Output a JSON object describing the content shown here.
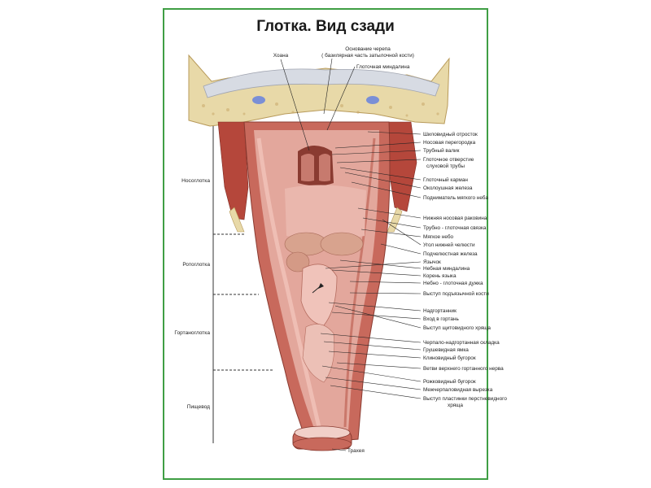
{
  "title": "Глотка. Вид сзади",
  "regions": [
    {
      "label": "Носоглотка"
    },
    {
      "label": "Ротоглотка"
    },
    {
      "label": "Гортаноглотка"
    },
    {
      "label": "Пищевод"
    }
  ],
  "top_labels": {
    "base_skull_1": "Основание черепа",
    "base_skull_2": "( базилярная часть затылочной кости)",
    "choana": "Хоана",
    "pharyngeal_tonsil": "Глоточная миндалина"
  },
  "right_labels": [
    "Шиловидный отросток",
    "Носовая перегородка",
    "Трубный валик",
    "Глоточное отверстие",
    "слуховой трубы",
    "Глоточный карман",
    "Околоушная железа",
    "Подниматель мягкого неба",
    "Нижняя носовая раковина",
    "Трубно - глоточная связка",
    "Мягкое небо",
    "Угол нижней челюсти",
    "Подчелюстная железа",
    "Язычок",
    "Небная миндалина",
    "Корень языка",
    "Небно - глоточная дужка",
    "Выступ подъязычной кости",
    "Надгортанник",
    "Вход в гортань",
    "Выступ щитовидного хряща",
    "Черпало-надгортанная складка",
    "Грушевидная ямка",
    "Клиновидный бугорок",
    "Ветви верхнего гортанного нерва",
    "Рожковидный бугорок",
    "Межчерпаловидная вырезка",
    "Выступ пластинки перстневидного",
    "хряща"
  ],
  "bottom_label": "Трахея",
  "colors": {
    "border": "#3f9e44",
    "bone": "#e8d9a8",
    "mucosa": "#d9968a",
    "muscle": "#b5473b",
    "cartilage": "#d8d8e2"
  }
}
